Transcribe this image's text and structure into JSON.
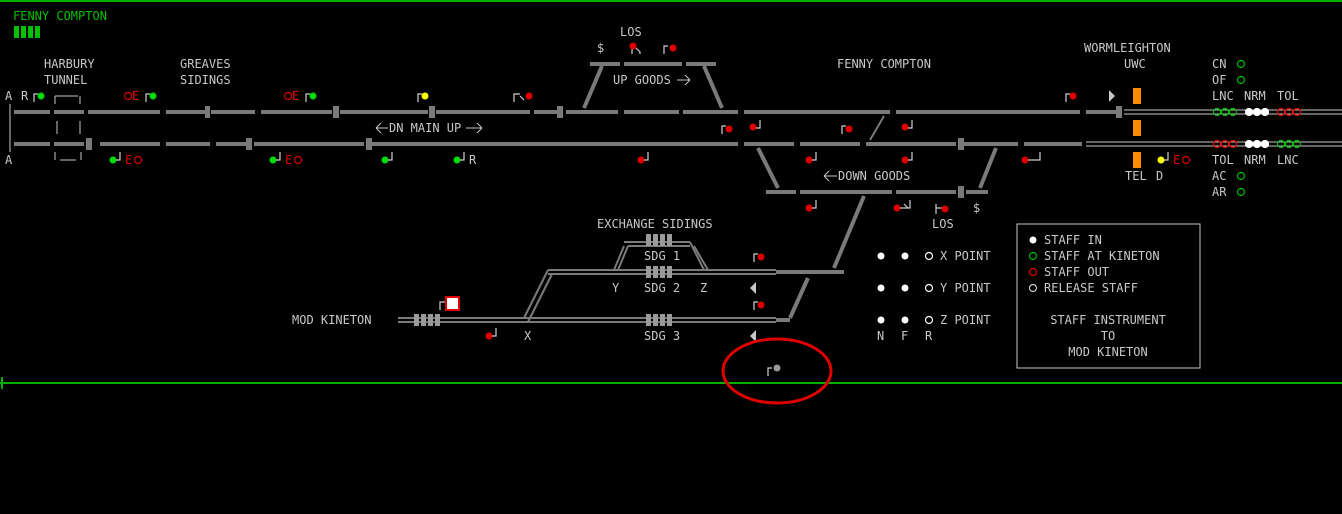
{
  "header": {
    "title": "FENNY COMPTON",
    "indicator_bars": 4
  },
  "labels": {
    "harbury_tunnel_1": "HARBURY",
    "harbury_tunnel_2": "TUNNEL",
    "greaves_1": "GREAVES",
    "greaves_2": "SIDINGS",
    "los_top": "LOS",
    "up_goods": "UP GOODS",
    "fenny_compton": "FENNY COMPTON",
    "wormleighton": "WORMLEIGHTON",
    "uwc": "UWC",
    "dn_main_up": "DN MAIN UP",
    "down_goods": "DOWN GOODS",
    "los_bottom": "LOS",
    "exchange_sidings": "EXCHANGE SIDINGS",
    "sdg1": "SDG 1",
    "sdg2": "SDG 2",
    "sdg3": "SDG 3",
    "y": "Y",
    "z": "Z",
    "x": "X",
    "mod_kineton": "MOD KINETON",
    "a_top": "A",
    "r_top": "R",
    "a_bottom": "A",
    "r_mid": "R",
    "e_1": "E",
    "e_2": "E",
    "e_3": "E",
    "e_4": "E",
    "e_5": "E",
    "tel": "TEL",
    "d": "D",
    "dollar_top": "$",
    "dollar_bottom": "$"
  },
  "right_panel": {
    "cn": "CN",
    "of": "OF",
    "lnc_top": "LNC",
    "nrm_top": "NRM",
    "tol_top": "TOL",
    "tol_bottom": "TOL",
    "nrm_bottom": "NRM",
    "lnc_bottom": "LNC",
    "ac": "AC",
    "ar": "AR"
  },
  "points_panel": {
    "x_point": "X POINT",
    "y_point": "Y POINT",
    "z_point": "Z POINT",
    "n": "N",
    "f": "F",
    "r": "R"
  },
  "legend": {
    "staff_in": "STAFF IN",
    "staff_at_kineton": "STAFF AT KINETON",
    "staff_out": "STAFF OUT",
    "release_staff": "RELEASE STAFF",
    "instrument_1": "STAFF INSTRUMENT",
    "instrument_2": "TO",
    "instrument_3": "MOD KINETON"
  },
  "colors": {
    "background": "#000000",
    "track": "#7a7a7a",
    "label": "#c8c8c8",
    "green": "#00c000",
    "red": "#e00000",
    "yellow": "#ffff00",
    "orange": "#ff8c00",
    "annotation_circle": "#e00000"
  }
}
